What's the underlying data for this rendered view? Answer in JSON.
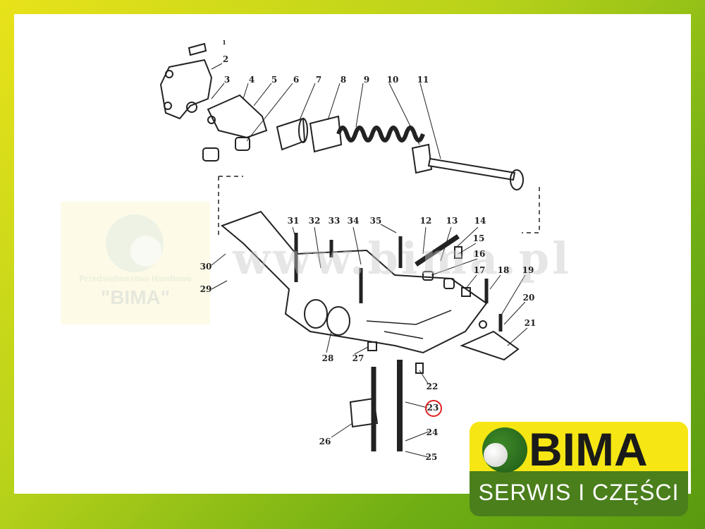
{
  "watermark": {
    "subtitle": "Przedsiębiorstwo Handlowe",
    "name": "\"BIMA\"",
    "url": "www.bima.pl"
  },
  "logo": {
    "name": "BIMA",
    "tagline": "SERWIS I CZĘŚCI"
  },
  "highlight_color": "#e02020",
  "highlighted_part": "23",
  "parts": [
    {
      "id": "1",
      "label": "1"
    },
    {
      "id": "2",
      "label": "2"
    },
    {
      "id": "3",
      "label": "3"
    },
    {
      "id": "4",
      "label": "4"
    },
    {
      "id": "5",
      "label": "5"
    },
    {
      "id": "6",
      "label": "6"
    },
    {
      "id": "7",
      "label": "7"
    },
    {
      "id": "8",
      "label": "8"
    },
    {
      "id": "9",
      "label": "9"
    },
    {
      "id": "10",
      "label": "10"
    },
    {
      "id": "11",
      "label": "11"
    },
    {
      "id": "12",
      "label": "12"
    },
    {
      "id": "13",
      "label": "13"
    },
    {
      "id": "14",
      "label": "14"
    },
    {
      "id": "15",
      "label": "15"
    },
    {
      "id": "16",
      "label": "16"
    },
    {
      "id": "17",
      "label": "17"
    },
    {
      "id": "18",
      "label": "18"
    },
    {
      "id": "19",
      "label": "19"
    },
    {
      "id": "20",
      "label": "20"
    },
    {
      "id": "21",
      "label": "21"
    },
    {
      "id": "22",
      "label": "22"
    },
    {
      "id": "23",
      "label": "23"
    },
    {
      "id": "24",
      "label": "24"
    },
    {
      "id": "25",
      "label": "25"
    },
    {
      "id": "26",
      "label": "26"
    },
    {
      "id": "27",
      "label": "27"
    },
    {
      "id": "28",
      "label": "28"
    },
    {
      "id": "29",
      "label": "29"
    },
    {
      "id": "30",
      "label": "30"
    },
    {
      "id": "31",
      "label": "31"
    },
    {
      "id": "32",
      "label": "32"
    },
    {
      "id": "33",
      "label": "33"
    },
    {
      "id": "34",
      "label": "34"
    },
    {
      "id": "35",
      "label": "35"
    }
  ]
}
